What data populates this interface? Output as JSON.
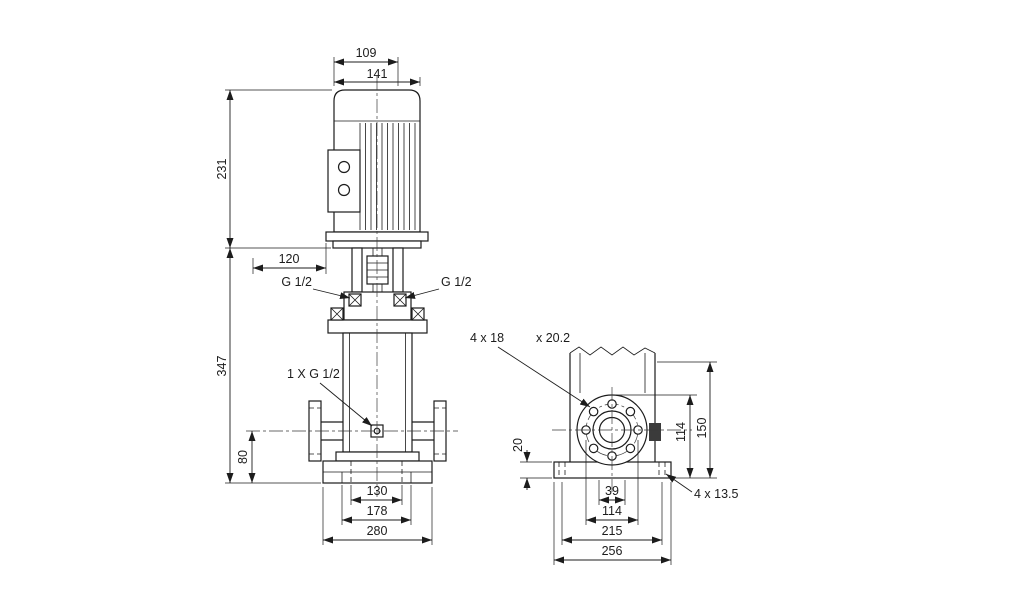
{
  "drawing": {
    "background": "#ffffff",
    "line_color": "#1c1c1c"
  },
  "front_view": {
    "dims": {
      "d109": "109",
      "d141": "141",
      "d231": "231",
      "d120": "120",
      "d347": "347",
      "d80": "80",
      "d130": "130",
      "d178": "178",
      "d280": "280"
    },
    "labels": {
      "port_left": "G 1/2",
      "port_right": "G 1/2",
      "drain": "1 X G 1/2"
    }
  },
  "side_view": {
    "dims": {
      "d20": "20",
      "d114_vertical": "114",
      "d150": "150",
      "d39": "39",
      "d114_horizontal": "114",
      "d215": "215",
      "d256": "256"
    },
    "labels": {
      "flange_holes": "4 x 18",
      "counterbore": "x 20.2",
      "base_holes": "4 x 13.5"
    }
  }
}
